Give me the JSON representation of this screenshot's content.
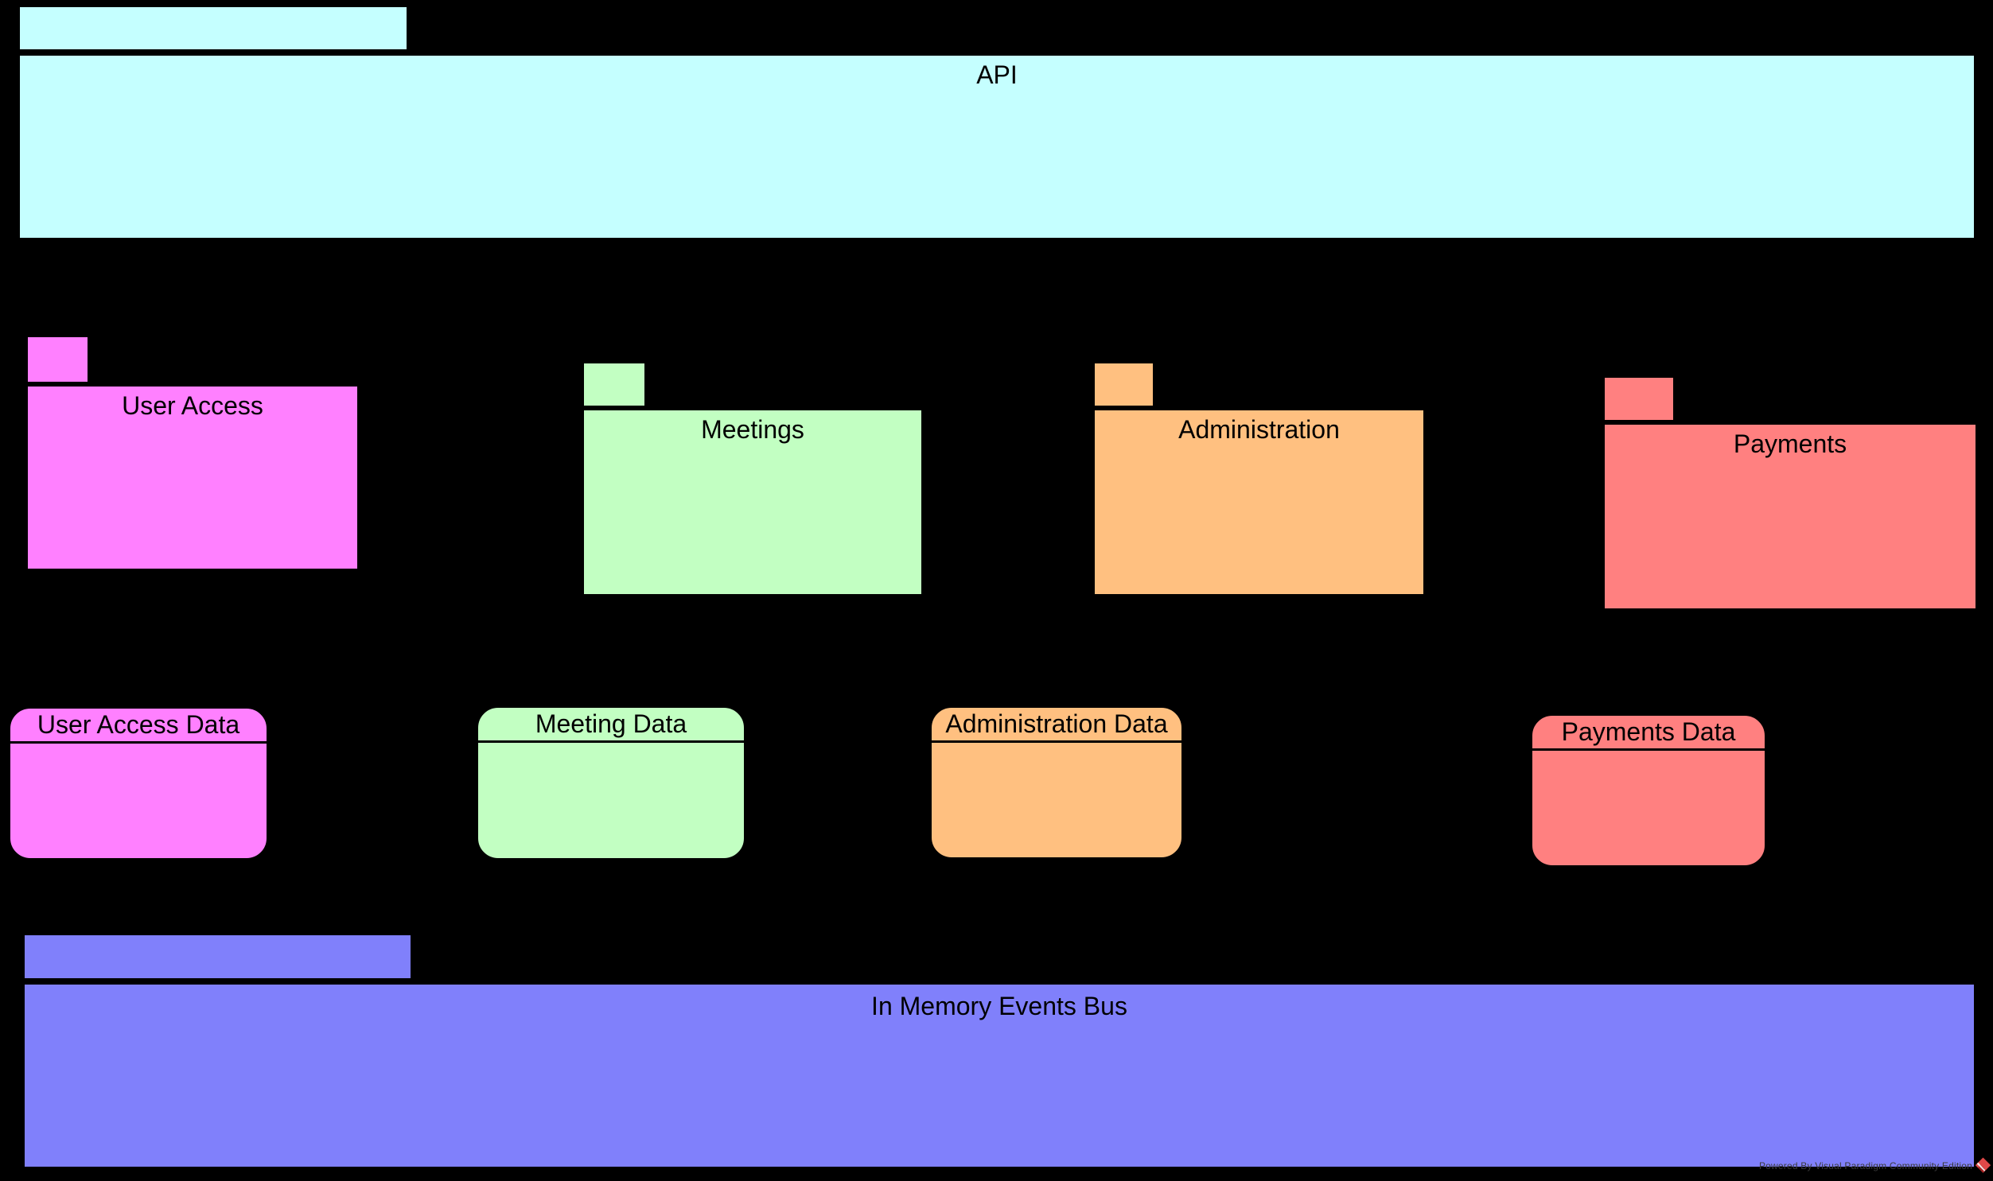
{
  "diagram": {
    "background": "#000000",
    "api": {
      "label": "API",
      "color": "#C5FFFF"
    },
    "packages": [
      {
        "label": "User Access",
        "color": "#FF80FF"
      },
      {
        "label": "Meetings",
        "color": "#C2FFC2"
      },
      {
        "label": "Administration",
        "color": "#FFC080"
      },
      {
        "label": "Payments",
        "color": "#FF8080"
      }
    ],
    "data_components": [
      {
        "label": "User Access Data",
        "color": "#FF80FF"
      },
      {
        "label": "Meeting Data",
        "color": "#C2FFC2"
      },
      {
        "label": "Administration Data",
        "color": "#FFC080"
      },
      {
        "label": "Payments Data",
        "color": "#FF8080"
      }
    ],
    "events_bus": {
      "label": "In Memory Events Bus",
      "color": "#8080FB"
    },
    "watermark": {
      "text": "Powered By Visual Paradigm Community Edition",
      "text_color": "#3A3A3A",
      "logo_icon": "visual-paradigm-diamond",
      "logo_colors": {
        "bright": "#E04848",
        "dark": "#A52020"
      }
    }
  }
}
